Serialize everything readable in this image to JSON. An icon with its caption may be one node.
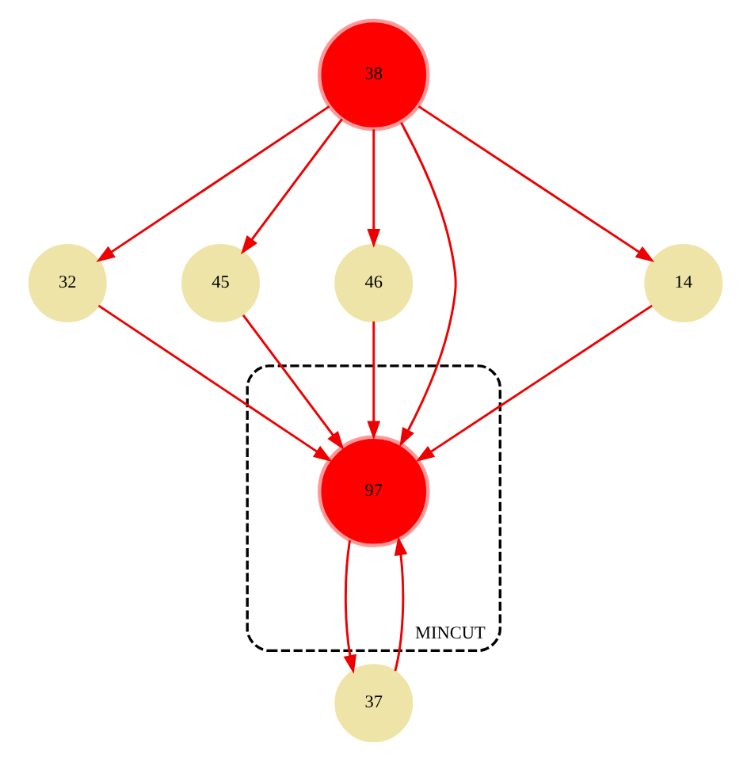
{
  "diagram": {
    "nodes": [
      {
        "text": [
          "32"
        ]
      },
      {
        "text": [
          "45"
        ]
      },
      {
        "text": [
          "38"
        ]
      },
      {
        "text": [
          "46"
        ]
      },
      {
        "text": [
          "MINCUT"
        ]
      },
      {
        "text": [
          "97"
        ],
        "in": 4
      },
      {
        "text": [
          "14"
        ]
      },
      {
        "text": [
          "37"
        ]
      }
    ],
    "edges": [
      {
        "from": 2,
        "to": 0,
        "arrow": "to"
      },
      {
        "from": 0,
        "to": 5,
        "arrow": "to"
      },
      {
        "from": 2,
        "to": 1,
        "arrow": "to"
      },
      {
        "from": 1,
        "to": 5,
        "arrow": "to"
      },
      {
        "from": 2,
        "to": 3,
        "arrow": "to"
      },
      {
        "from": 3,
        "to": 5,
        "arrow": "to"
      },
      {
        "from": 2,
        "to": 6,
        "arrow": "to"
      },
      {
        "from": 6,
        "to": 5,
        "arrow": "to"
      },
      {
        "from": 5,
        "to": 7,
        "arrow": "to"
      },
      {
        "from": 7,
        "to": 5,
        "arrow": "to"
      },
      {
        "from": 2,
        "to": 5,
        "arrow": "to"
      }
    ]
  }
}
